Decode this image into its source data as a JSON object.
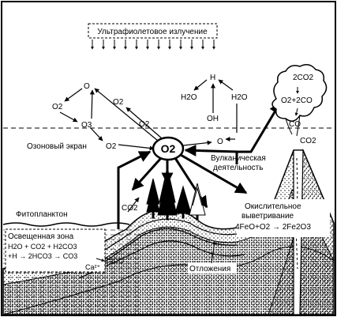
{
  "uv_label": "Ультрафиолетовое излучение",
  "ozone_label": "Озоновый экран",
  "o2_center": "O2",
  "phytoplankton_label": "Фитопланктон",
  "volcanic_label": [
    "Вулканическая",
    "деятельность"
  ],
  "weathering_label": [
    "Окислительное",
    "выветривание"
  ],
  "weathering_eq": "4FeO+O2 → 2Fe2O3",
  "deposits_label": "Отложения",
  "lit_zone_label": "Освещенная зона",
  "lit_eq1": "H2O + CO2 + H2CO3",
  "lit_eq2": "+H → 2HCO3 → CO3",
  "lit_ca": "Ca²⁺",
  "caco_label": "CaCO",
  "co2_shore": "CO2",
  "ozone_cycle": {
    "o": "O",
    "o2_left": "O2",
    "o2_right": "O2",
    "o3": "O3",
    "o2_bottom": "O2"
  },
  "water_cycle": {
    "h": "H",
    "h2o_left": "H2O",
    "h2o_right": "H2O",
    "oh": "OH"
  },
  "o2_to_ozone": "O2",
  "o_right": "O",
  "volcano_cloud": {
    "co2_top": "2CO2",
    "reaction": "O2+2CO",
    "co": "CO",
    "co2_right": "CO2"
  }
}
